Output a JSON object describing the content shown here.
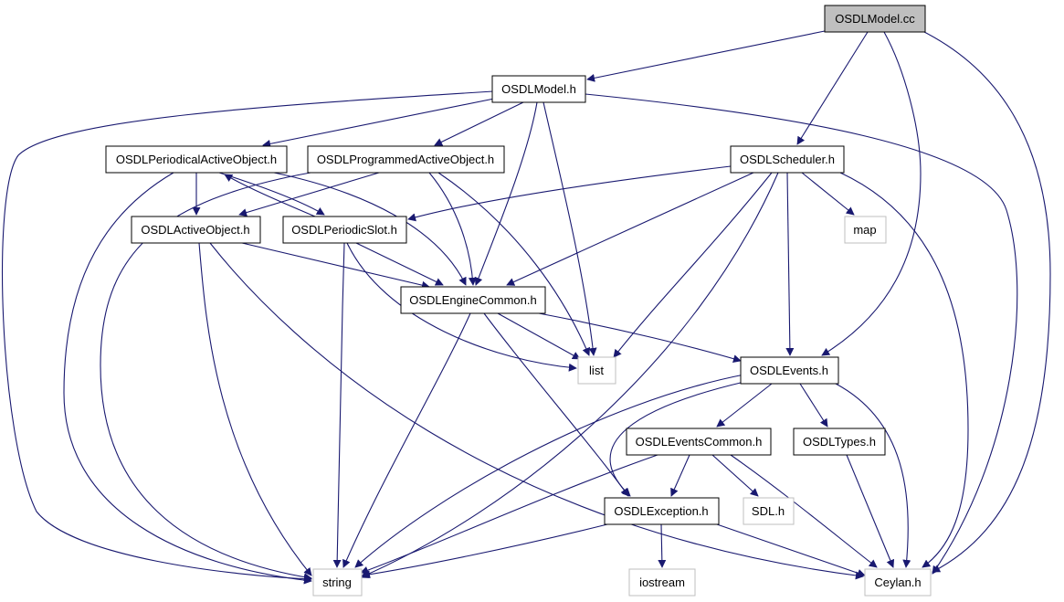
{
  "nodes": [
    {
      "id": "model_cc",
      "label": "OSDLModel.cc",
      "kind": "root"
    },
    {
      "id": "model_h",
      "label": "OSDLModel.h",
      "kind": "main"
    },
    {
      "id": "periodical",
      "label": "OSDLPeriodicalActiveObject.h",
      "kind": "main"
    },
    {
      "id": "programmed",
      "label": "OSDLProgrammedActiveObject.h",
      "kind": "main"
    },
    {
      "id": "scheduler",
      "label": "OSDLScheduler.h",
      "kind": "main"
    },
    {
      "id": "activeobj",
      "label": "OSDLActiveObject.h",
      "kind": "main"
    },
    {
      "id": "periodicslot",
      "label": "OSDLPeriodicSlot.h",
      "kind": "main"
    },
    {
      "id": "map",
      "label": "map",
      "kind": "ext"
    },
    {
      "id": "enginecommon",
      "label": "OSDLEngineCommon.h",
      "kind": "main"
    },
    {
      "id": "list",
      "label": "list",
      "kind": "ext"
    },
    {
      "id": "events",
      "label": "OSDLEvents.h",
      "kind": "main"
    },
    {
      "id": "eventscommon",
      "label": "OSDLEventsCommon.h",
      "kind": "main"
    },
    {
      "id": "types",
      "label": "OSDLTypes.h",
      "kind": "main"
    },
    {
      "id": "sdl",
      "label": "SDL.h",
      "kind": "ext"
    },
    {
      "id": "exception",
      "label": "OSDLException.h",
      "kind": "main"
    },
    {
      "id": "string",
      "label": "string",
      "kind": "ext"
    },
    {
      "id": "iostream",
      "label": "iostream",
      "kind": "ext"
    },
    {
      "id": "ceylan",
      "label": "Ceylan.h",
      "kind": "ext"
    }
  ],
  "edges": [
    [
      "model_cc",
      "model_h"
    ],
    [
      "model_cc",
      "scheduler"
    ],
    [
      "model_cc",
      "events"
    ],
    [
      "model_cc",
      "ceylan"
    ],
    [
      "model_h",
      "periodical"
    ],
    [
      "model_h",
      "programmed"
    ],
    [
      "model_h",
      "enginecommon"
    ],
    [
      "model_h",
      "list"
    ],
    [
      "model_h",
      "string"
    ],
    [
      "model_h",
      "ceylan"
    ],
    [
      "periodical",
      "activeobj"
    ],
    [
      "periodical",
      "periodicslot"
    ],
    [
      "periodical",
      "enginecommon"
    ],
    [
      "periodical",
      "string"
    ],
    [
      "programmed",
      "activeobj"
    ],
    [
      "programmed",
      "enginecommon"
    ],
    [
      "programmed",
      "list"
    ],
    [
      "programmed",
      "string"
    ],
    [
      "periodicslot",
      "periodical"
    ],
    [
      "periodicslot",
      "enginecommon"
    ],
    [
      "periodicslot",
      "list"
    ],
    [
      "periodicslot",
      "string"
    ],
    [
      "activeobj",
      "enginecommon"
    ],
    [
      "activeobj",
      "string"
    ],
    [
      "activeobj",
      "ceylan"
    ],
    [
      "scheduler",
      "periodicslot"
    ],
    [
      "scheduler",
      "map"
    ],
    [
      "scheduler",
      "enginecommon"
    ],
    [
      "scheduler",
      "events"
    ],
    [
      "scheduler",
      "list"
    ],
    [
      "scheduler",
      "string"
    ],
    [
      "scheduler",
      "ceylan"
    ],
    [
      "enginecommon",
      "list"
    ],
    [
      "enginecommon",
      "events"
    ],
    [
      "enginecommon",
      "exception"
    ],
    [
      "enginecommon",
      "string"
    ],
    [
      "events",
      "eventscommon"
    ],
    [
      "events",
      "types"
    ],
    [
      "events",
      "exception"
    ],
    [
      "events",
      "string"
    ],
    [
      "events",
      "ceylan"
    ],
    [
      "eventscommon",
      "exception"
    ],
    [
      "eventscommon",
      "sdl"
    ],
    [
      "eventscommon",
      "string"
    ],
    [
      "eventscommon",
      "ceylan"
    ],
    [
      "types",
      "ceylan"
    ],
    [
      "exception",
      "iostream"
    ],
    [
      "exception",
      "string"
    ],
    [
      "exception",
      "ceylan"
    ]
  ],
  "colors": {
    "edge": "#191970",
    "root_fill": "#bfbfbf",
    "ext_border": "#bfbfbf",
    "node_border": "#000000"
  }
}
